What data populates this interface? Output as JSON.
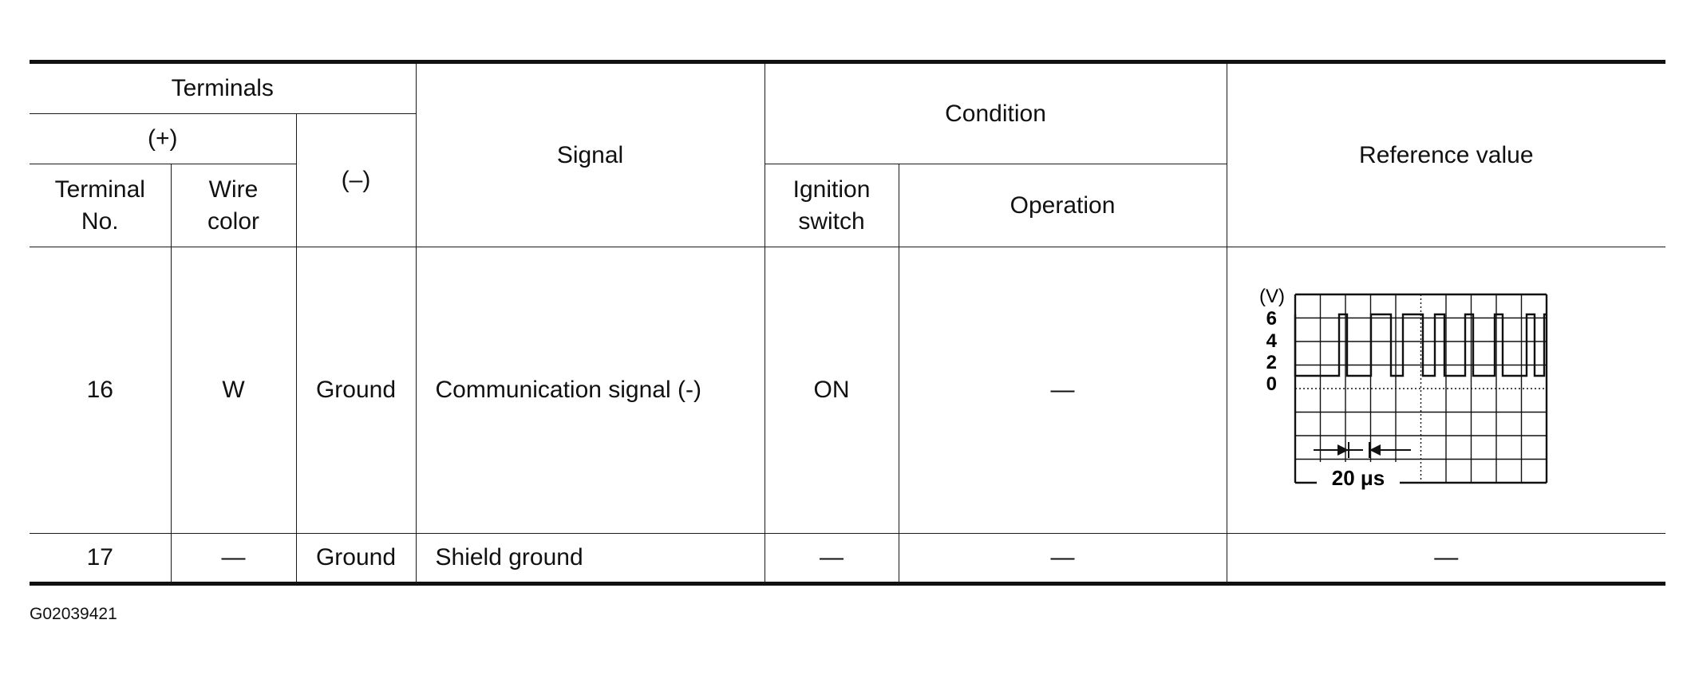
{
  "headers": {
    "terminals": "Terminals",
    "plus": "(+)",
    "minus": "(–)",
    "terminal_no": "Terminal No.",
    "wire_color": "Wire color",
    "signal": "Signal",
    "condition": "Condition",
    "ignition_switch": "Ignition switch",
    "operation": "Operation",
    "reference_value": "Reference value"
  },
  "rows": [
    {
      "terminal_no": "16",
      "wire_color": "W",
      "minus": "Ground",
      "signal": "Communication signal (-)",
      "ignition_switch": "ON",
      "operation": "—",
      "reference_value": "waveform"
    },
    {
      "terminal_no": "17",
      "wire_color": "—",
      "minus": "Ground",
      "signal": "Shield ground",
      "ignition_switch": "—",
      "operation": "—",
      "reference_value": "—"
    }
  ],
  "waveform": {
    "unit_label": "(V)",
    "y_ticks": [
      "6",
      "4",
      "2",
      "0"
    ],
    "time_scale": "20 μs"
  },
  "doc_id": "G02039421"
}
